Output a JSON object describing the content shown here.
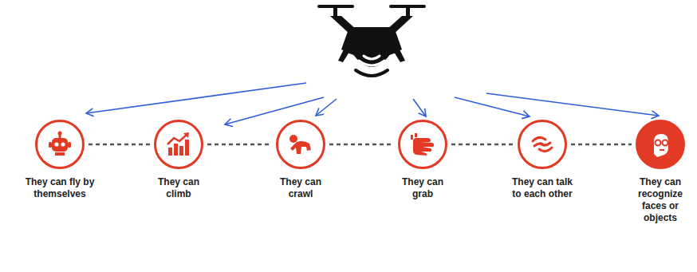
{
  "diagram": {
    "nodes": [
      {
        "text": [
          "They can fly by themselves"
        ]
      },
      {
        "text": [
          "They can climb"
        ]
      },
      {
        "text": [
          "They can crawl"
        ]
      },
      {
        "text": [
          "They can grab"
        ]
      },
      {
        "text": [
          "They can talk to each other"
        ]
      },
      {
        "text": [
          "They can recognize faces or objects"
        ]
      }
    ],
    "edges": [
      {
        "from": 0,
        "to": 1,
        "arrow": "none"
      },
      {
        "from": 1,
        "to": 2,
        "arrow": "none"
      },
      {
        "from": 2,
        "to": 3,
        "arrow": "none"
      },
      {
        "from": 3,
        "to": 4,
        "arrow": "none"
      },
      {
        "from": 4,
        "to": 5,
        "arrow": "none"
      }
    ]
  }
}
